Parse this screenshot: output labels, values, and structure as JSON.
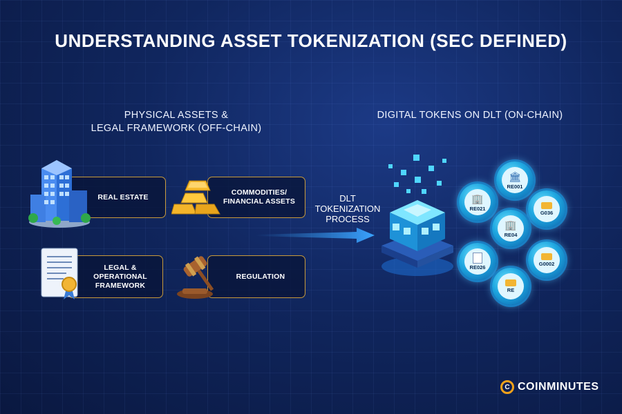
{
  "title": "UNDERSTANDING ASSET TOKENIZATION (SEC DEFINED)",
  "left_section": {
    "line1": "PHYSICAL ASSETS &",
    "line2": "LEGAL FRAMEWORK (OFF-CHAIN)"
  },
  "right_section": {
    "title": "DIGITAL TOKENS ON DLT (ON-CHAIN)"
  },
  "assets": {
    "real_estate": "REAL ESTATE",
    "commodities_l1": "COMMODITIES/",
    "commodities_l2": "FINANCIAL ASSETS",
    "legal_l1": "LEGAL &",
    "legal_l2": "OPERATIONAL",
    "legal_l3": "FRAMEWORK",
    "regulation": "REGULATION"
  },
  "process": {
    "l1": "DLT",
    "l2": "TOKENIZATION",
    "l3": "PROCESS"
  },
  "tokens": [
    {
      "label": "RE001",
      "icon": "building-icon"
    },
    {
      "label": "RE021",
      "icon": "building-icon"
    },
    {
      "label": "G036",
      "icon": "gold-bars-icon"
    },
    {
      "label": "RE04",
      "icon": "building-icon"
    },
    {
      "label": "RE026",
      "icon": "document-icon"
    },
    {
      "label": "G0002",
      "icon": "gold-bars-icon"
    },
    {
      "label": "RE",
      "icon": "gold-bars-icon"
    }
  ],
  "brand": {
    "name": "COINMINUTES",
    "mark": "C",
    "accent": "#f2a21a"
  },
  "colors": {
    "box_border": "#c99a3a",
    "token": "#1ea6e0",
    "arrow": "#2f8fe0"
  }
}
